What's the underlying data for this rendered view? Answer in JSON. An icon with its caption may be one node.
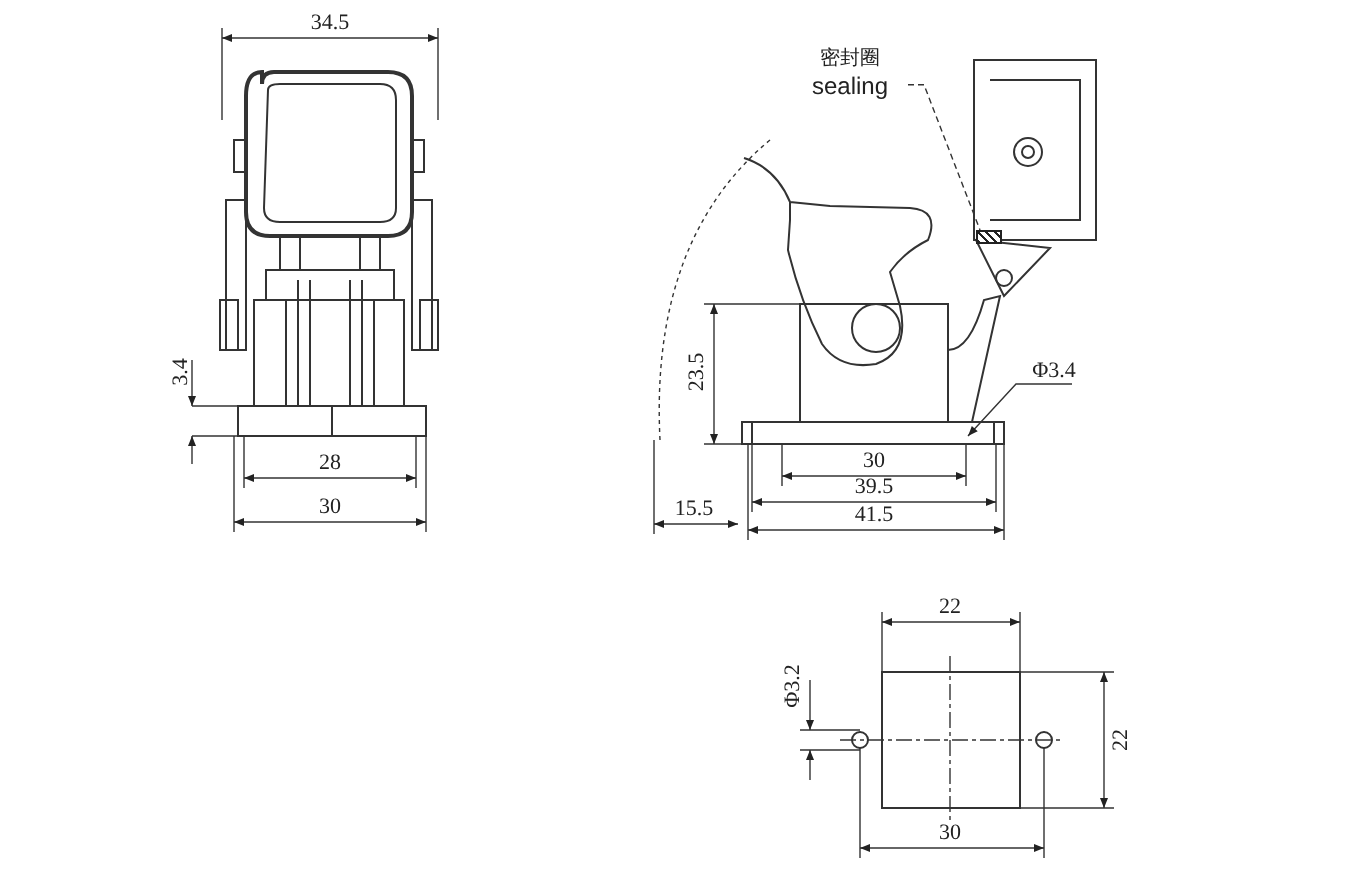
{
  "diagram": {
    "nodes": [
      {
        "text": [
          "密封圈",
          "sealing"
        ]
      },
      {
        "text": [],
        "shape": "box"
      }
    ],
    "edges": [
      {
        "from": 0,
        "to": 1,
        "arrow": "none",
        "style": "dashed"
      }
    ],
    "labels": [
      "34.5",
      "3.4",
      "28",
      "30",
      "23.5",
      "Φ3.4",
      "30",
      "39.5",
      "15.5",
      "41.5",
      "22",
      "Φ3.2",
      "22",
      "30"
    ]
  }
}
